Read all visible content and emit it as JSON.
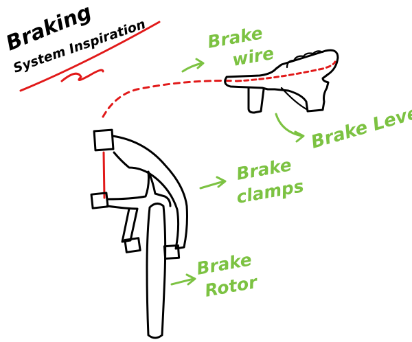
{
  "title": {
    "line1": "Braking",
    "line2": "System Inspiration"
  },
  "labels": {
    "brake_wire_1": "Brake",
    "brake_wire_2": "wire",
    "brake_lever": "Brake Lever",
    "brake_clamps_1": "Brake",
    "brake_clamps_2": "clamps",
    "brake_rotor_1": "Brake",
    "brake_rotor_2": "Rotor"
  },
  "colors": {
    "ink": "#000000",
    "accent_red": "#e11919",
    "label_green": "#7cc242",
    "background": "#ffffff"
  }
}
